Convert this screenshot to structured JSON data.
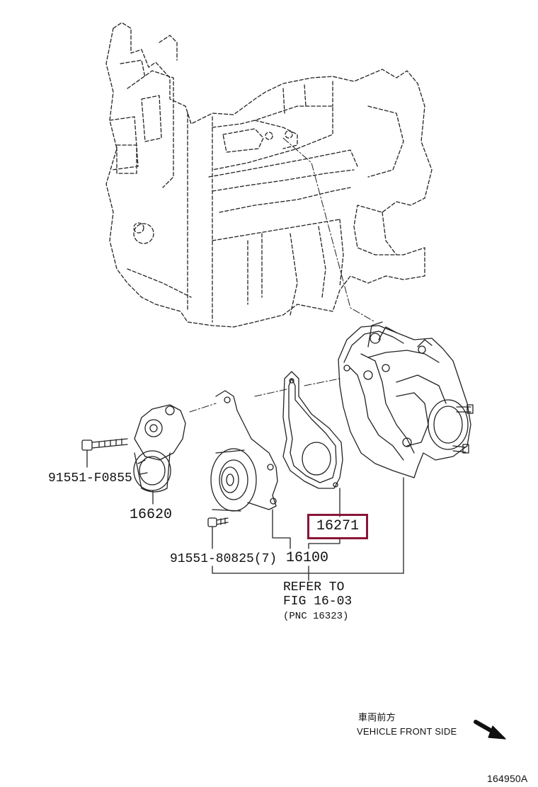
{
  "parts": {
    "bolt_tensioner": "91551-F0855",
    "tensioner": "16620",
    "gasket": "16271",
    "bolt_pump": "91551-80825(7)",
    "pump_assy": "16100"
  },
  "refer": {
    "line1": "REFER TO",
    "line2": "FIG 16-03",
    "line3": "(PNC 16323)"
  },
  "orientation": {
    "jp": "車両前方",
    "en": "VEHICLE FRONT SIDE"
  },
  "figure_id": "164950A",
  "colors": {
    "highlight": "#8a1538",
    "line": "#222222"
  }
}
